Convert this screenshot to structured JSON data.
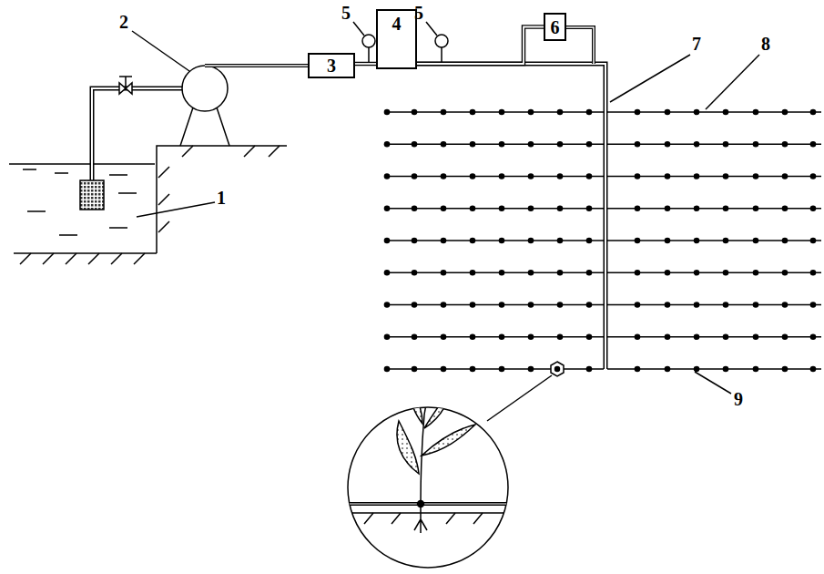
{
  "diagram": {
    "nodes": [
      {
        "text": [
          "3"
        ]
      },
      {
        "text": [
          "4"
        ]
      },
      {
        "text": [
          "6"
        ]
      }
    ],
    "edges": [
      {
        "from": 0,
        "to": 1,
        "arrow": "none"
      },
      {
        "from": 1,
        "to": 2,
        "arrow": "none"
      }
    ],
    "labels": [
      "1",
      "2",
      "5",
      "5",
      "7",
      "8",
      "9"
    ]
  }
}
